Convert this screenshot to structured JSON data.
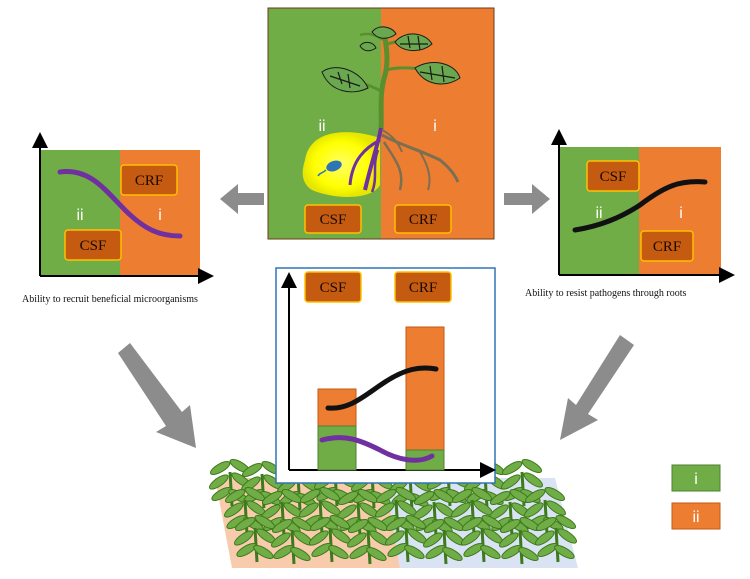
{
  "colors": {
    "green": "#70ad47",
    "orange": "#ed7d31",
    "box_fill": "#c55a11",
    "box_border": "#ffc000",
    "purple": "#7030a0",
    "black_curve": "#111111",
    "arrow_gray": "#8c8c8c",
    "field_peach": "#f8cbad",
    "field_blue": "#dae3f3"
  },
  "plant_panel": {
    "left_roman": "ii",
    "right_roman": "i",
    "left_box": "CSF",
    "right_box": "CRF"
  },
  "left_panel": {
    "top_box": "CRF",
    "bottom_box": "CSF",
    "left_roman": "ii",
    "right_roman": "i",
    "caption": "Ability to recruit beneficial microorganisms"
  },
  "right_panel": {
    "top_box": "CSF",
    "bottom_box": "CRF",
    "left_roman": "ii",
    "right_roman": "i",
    "caption": "Ability to resist pathogens through roots"
  },
  "center_chart": {
    "left_box": "CSF",
    "right_box": "CRF"
  },
  "legend": [
    {
      "label": "i",
      "color": "#70ad47"
    },
    {
      "label": "ii",
      "color": "#ed7d31"
    }
  ],
  "icons": [
    "arrow-left-icon",
    "arrow-right-icon",
    "arrow-down-right-icon",
    "arrow-down-left-icon",
    "plant-icon",
    "root-icon",
    "wheat-icon"
  ]
}
